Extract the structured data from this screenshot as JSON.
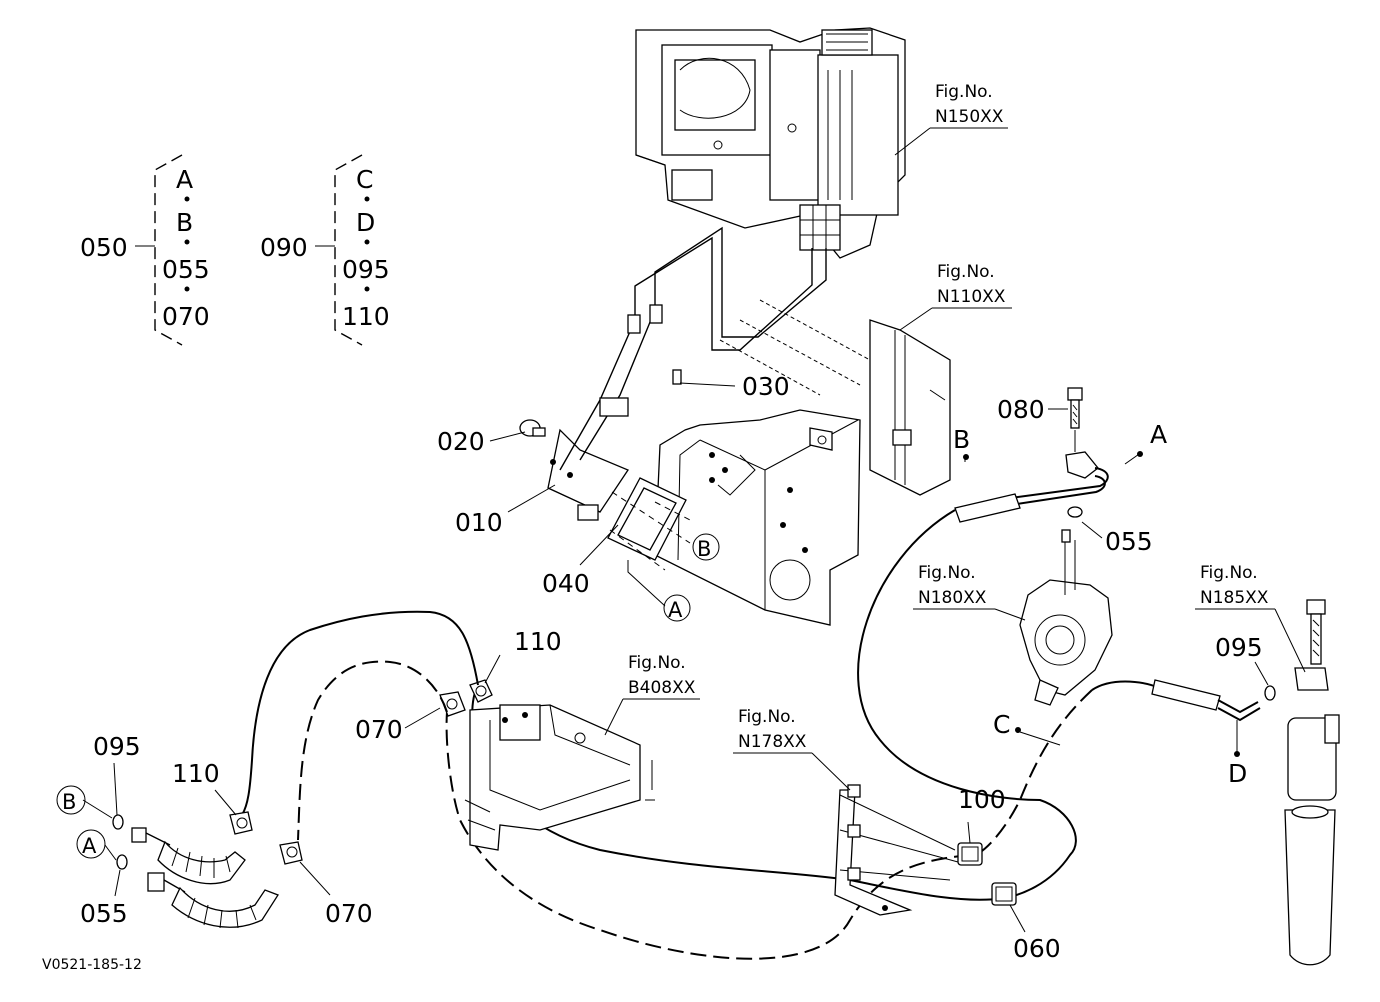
{
  "image_code": "V0521-185-12",
  "fig_refs": {
    "n150": {
      "title": "Fig.No.",
      "code": "N150XX"
    },
    "n110": {
      "title": "Fig.No.",
      "code": "N110XX"
    },
    "n180": {
      "title": "Fig.No.",
      "code": "N180XX"
    },
    "n185": {
      "title": "Fig.No.",
      "code": "N185XX"
    },
    "b408": {
      "title": "Fig.No.",
      "code": "B408XX"
    },
    "n178": {
      "title": "Fig.No.",
      "code": "N178XX"
    }
  },
  "groups": {
    "g050": {
      "number": "050",
      "items": [
        "A",
        "B",
        "055",
        "070"
      ]
    },
    "g090": {
      "number": "090",
      "items": [
        "C",
        "D",
        "095",
        "110"
      ]
    }
  },
  "parts": {
    "p010": "010",
    "p020": "020",
    "p030": "030",
    "p040": "040",
    "p080": "080",
    "p055_top": "055",
    "p095_right": "095",
    "p110_top": "110",
    "p070_mid": "070",
    "p100": "100",
    "p060": "060",
    "p095_left": "095",
    "p110_left": "110",
    "p055_left": "055",
    "p070_bottom": "070"
  },
  "markers": {
    "A_circle_center": "A",
    "B_circle_center": "B",
    "B_circle_left": "B",
    "A_circle_left": "A",
    "A_point": "A",
    "B_point": "B",
    "C_point": "C",
    "D_point": "D"
  }
}
